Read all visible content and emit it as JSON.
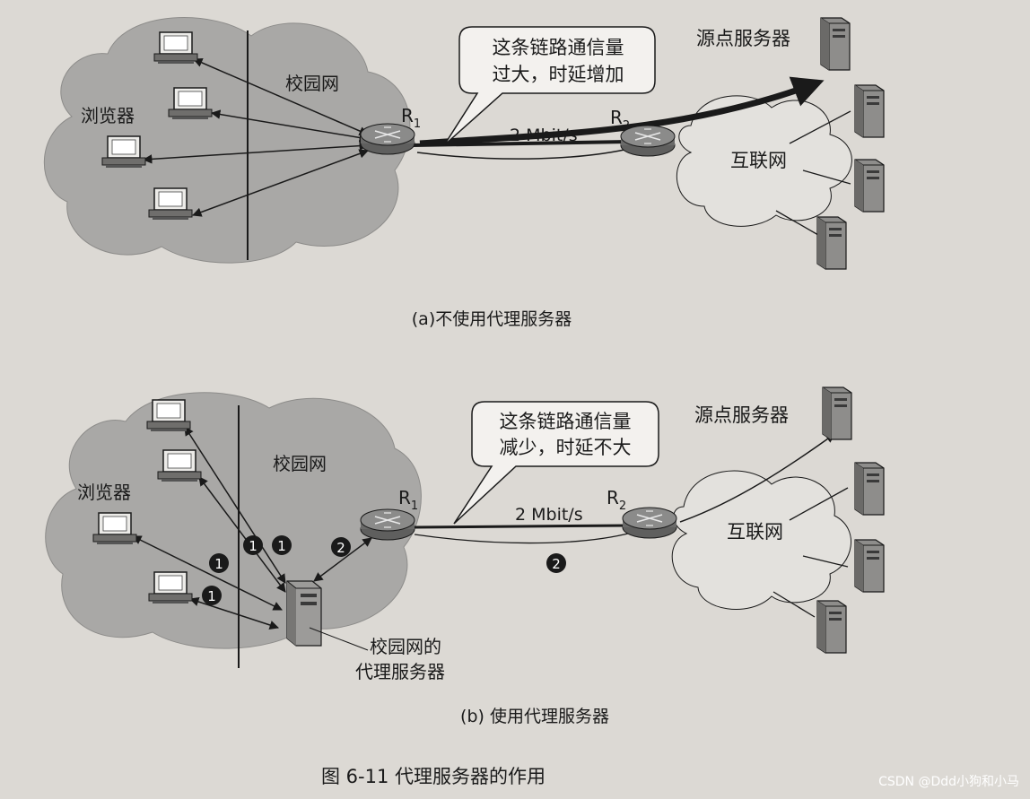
{
  "colors": {
    "paper": "#dcd9d4",
    "campus": "#a9a8a6",
    "internet": "#e3e1dd",
    "ink": "#1a1a1a",
    "callout": "#f3f1ee",
    "router": "#7d7d7c",
    "server": "#8d8c8a"
  },
  "diagram_a": {
    "campus_label": "校园网",
    "browser_label": "浏览器",
    "r1": "R",
    "r1_sub": "1",
    "r2": "R",
    "r2_sub": "2",
    "link_label": "2 Mbit/s",
    "callout_line1": "这条链路通信量",
    "callout_line2": "过大，时延增加",
    "origin_label": "源点服务器",
    "internet_label": "互联网",
    "caption": "(a)不使用代理服务器"
  },
  "diagram_b": {
    "campus_label": "校园网",
    "browser_label": "浏览器",
    "r1": "R",
    "r1_sub": "1",
    "r2": "R",
    "r2_sub": "2",
    "link_label": "2 Mbit/s",
    "callout_line1": "这条链路通信量",
    "callout_line2": "减少，时延不大",
    "origin_label": "源点服务器",
    "internet_label": "互联网",
    "proxy_line1": "校园网的",
    "proxy_line2": "代理服务器",
    "marker_1": "1",
    "marker_2": "2",
    "caption": "(b) 使用代理服务器"
  },
  "figure_caption": "图 6-11    代理服务器的作用",
  "watermark": "CSDN @Ddd小狗和小马",
  "icons": [
    "computer-icon",
    "router-icon",
    "server-icon"
  ]
}
